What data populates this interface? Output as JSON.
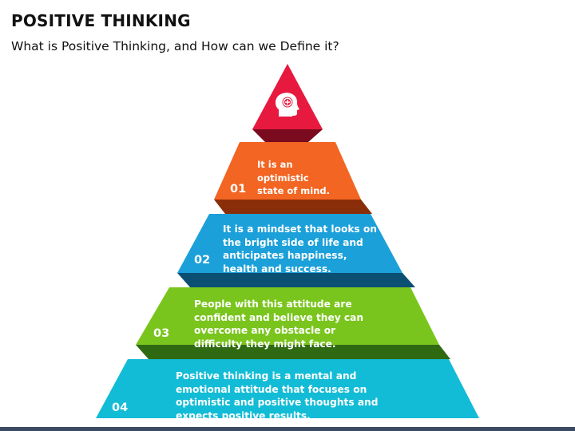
{
  "header": {
    "title": "POSITIVE THINKING",
    "subtitle": "What is Positive Thinking, and How can we Define it?"
  },
  "icon": "head-with-brain-icon",
  "tiers": [
    {
      "number": "01",
      "text": "It is an optimistic state of mind.",
      "color": "#f26522",
      "shadow": "#8a2e0a"
    },
    {
      "number": "02",
      "text": "It is a mindset that looks on the bright side of life and anticipates happiness, health and success.",
      "color": "#1ba0d9",
      "shadow": "#0b4f73"
    },
    {
      "number": "03",
      "text": "People with this attitude are confident and believe they can overcome any obstacle or difficulty they might face.",
      "color": "#7ac51d",
      "shadow": "#2f6a12"
    },
    {
      "number": "04",
      "text": "Positive thinking is a mental and emotional attitude that focuses on optimistic and positive thoughts and expects positive results.",
      "color": "#13bcd6",
      "shadow": "#0b5f6e"
    }
  ],
  "apex": {
    "color": "#e8193f",
    "shadow": "#7a0a1e"
  }
}
